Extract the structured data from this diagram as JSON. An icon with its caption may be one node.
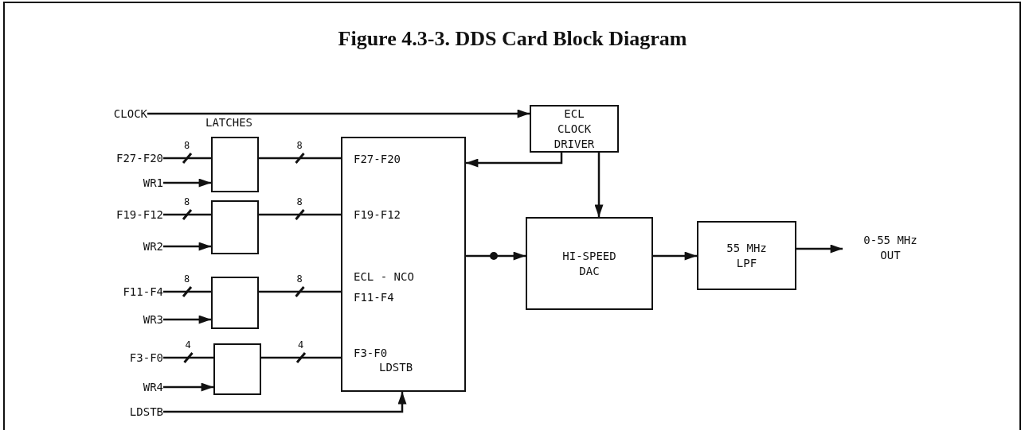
{
  "diagram": {
    "title": "Figure 4.3-3. DDS Card Block Diagram",
    "nodes": [
      {
        "text": [
          "CLOCK"
        ]
      },
      {
        "text": [
          "ECL CLOCK DRIVER"
        ]
      },
      {
        "text": [
          "F27-F20"
        ]
      },
      {
        "text": [
          "WR1"
        ]
      },
      {
        "text": [],
        "shape": "box"
      },
      {
        "text": [
          "F19-F12"
        ]
      },
      {
        "text": [
          "WR2"
        ]
      },
      {
        "text": [],
        "shape": "box"
      },
      {
        "text": [
          "F11-F4"
        ]
      },
      {
        "text": [
          "WR3"
        ]
      },
      {
        "text": [],
        "shape": "box"
      },
      {
        "text": [
          "F3-F0"
        ]
      },
      {
        "text": [
          "WR4"
        ]
      },
      {
        "text": [],
        "shape": "box"
      },
      {
        "text": [
          "LDSTB"
        ]
      },
      {
        "text": [
          "F27-F20",
          "F19-F12",
          "ECL - NCO",
          "F11-F4",
          "F3-F0",
          "LDSTB"
        ]
      },
      {
        "text": [
          "HI-SPEED DAC"
        ]
      },
      {
        "text": [
          "55 MHz LPF"
        ]
      },
      {
        "text": [
          "0-55 MHz OUT"
        ]
      }
    ],
    "edges": [
      {
        "from": 0,
        "to": 1,
        "arrow": "to"
      },
      {
        "from": 1,
        "to": 15,
        "arrow": "to"
      },
      {
        "from": 1,
        "to": 16,
        "arrow": "to"
      },
      {
        "from": 2,
        "to": 4,
        "arrow": "none",
        "label": "8"
      },
      {
        "from": 3,
        "to": 4,
        "arrow": "to"
      },
      {
        "from": 4,
        "to": 15,
        "arrow": "none",
        "label": "8"
      },
      {
        "from": 5,
        "to": 7,
        "arrow": "none",
        "label": "8"
      },
      {
        "from": 6,
        "to": 7,
        "arrow": "to"
      },
      {
        "from": 7,
        "to": 15,
        "arrow": "none",
        "label": "8"
      },
      {
        "from": 8,
        "to": 10,
        "arrow": "none",
        "label": "8"
      },
      {
        "from": 9,
        "to": 10,
        "arrow": "to"
      },
      {
        "from": 10,
        "to": 15,
        "arrow": "none",
        "label": "8"
      },
      {
        "from": 11,
        "to": 13,
        "arrow": "none",
        "label": "4"
      },
      {
        "from": 12,
        "to": 13,
        "arrow": "to"
      },
      {
        "from": 13,
        "to": 15,
        "arrow": "none",
        "label": "4"
      },
      {
        "from": 14,
        "to": 15,
        "arrow": "to"
      },
      {
        "from": 15,
        "to": 16,
        "arrow": "to"
      },
      {
        "from": 16,
        "to": 17,
        "arrow": "to"
      },
      {
        "from": 17,
        "to": 18,
        "arrow": "to"
      }
    ],
    "labels": [
      "LATCHES"
    ]
  }
}
